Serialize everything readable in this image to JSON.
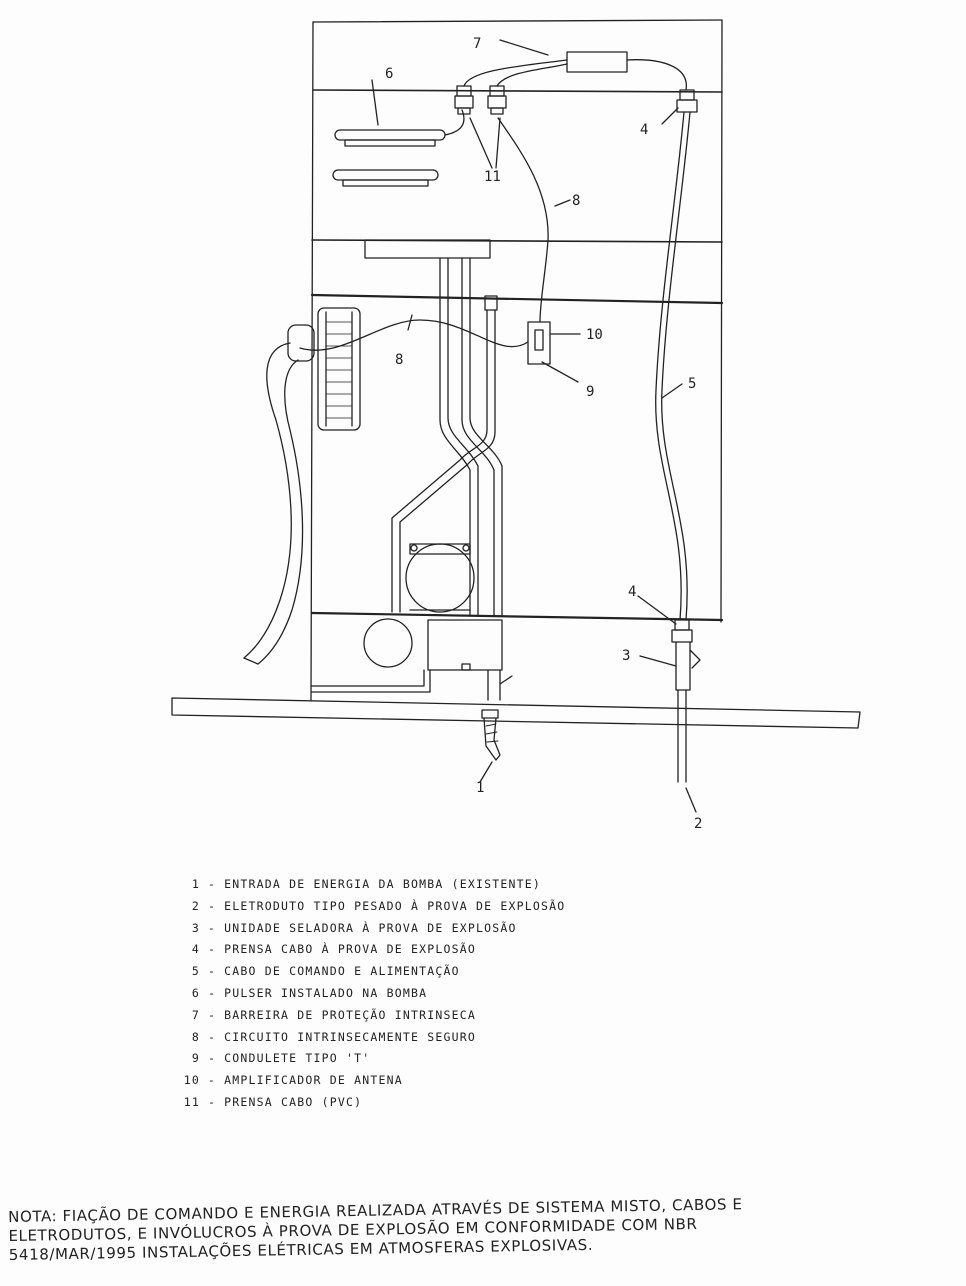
{
  "diagram": {
    "callouts": {
      "c1": "1",
      "c2": "2",
      "c3": "3",
      "c4a": "4",
      "c4b": "4",
      "c5": "5",
      "c6": "6",
      "c7": "7",
      "c8a": "8",
      "c8b": "8",
      "c9": "9",
      "c10": "10",
      "c11": "11"
    }
  },
  "legend": [
    {
      "num": "1",
      "text": "ENTRADA DE ENERGIA DA BOMBA (EXISTENTE)"
    },
    {
      "num": "2",
      "text": "ELETRODUTO TIPO PESADO À PROVA DE EXPLOSÃO"
    },
    {
      "num": "3",
      "text": "UNIDADE SELADORA À PROVA DE EXPLOSÃO"
    },
    {
      "num": "4",
      "text": "PRENSA CABO À PROVA DE EXPLOSÃO"
    },
    {
      "num": "5",
      "text": "CABO DE COMANDO E ALIMENTAÇÃO"
    },
    {
      "num": "6",
      "text": "PULSER INSTALADO NA BOMBA"
    },
    {
      "num": "7",
      "text": "BARREIRA DE PROTEÇÃO INTRINSECA"
    },
    {
      "num": "8",
      "text": "CIRCUITO INTRINSECAMENTE SEGURO"
    },
    {
      "num": "9",
      "text": "CONDULETE TIPO 'T'"
    },
    {
      "num": "10",
      "text": "AMPLIFICADOR DE ANTENA"
    },
    {
      "num": "11",
      "text": "PRENSA CABO (PVC)"
    }
  ],
  "note": {
    "line1": "NOTA: FIAÇÃO DE COMANDO E ENERGIA REALIZADA ATRAVÉS DE SISTEMA MISTO, CABOS E",
    "line2": "ELETRODUTOS, E INVÓLUCROS À PROVA DE EXPLOSÃO EM CONFORMIDADE COM NBR",
    "line3": "5418/MAR/1995 INSTALAÇÕES ELÉTRICAS EM ATMOSFERAS EXPLOSIVAS."
  }
}
